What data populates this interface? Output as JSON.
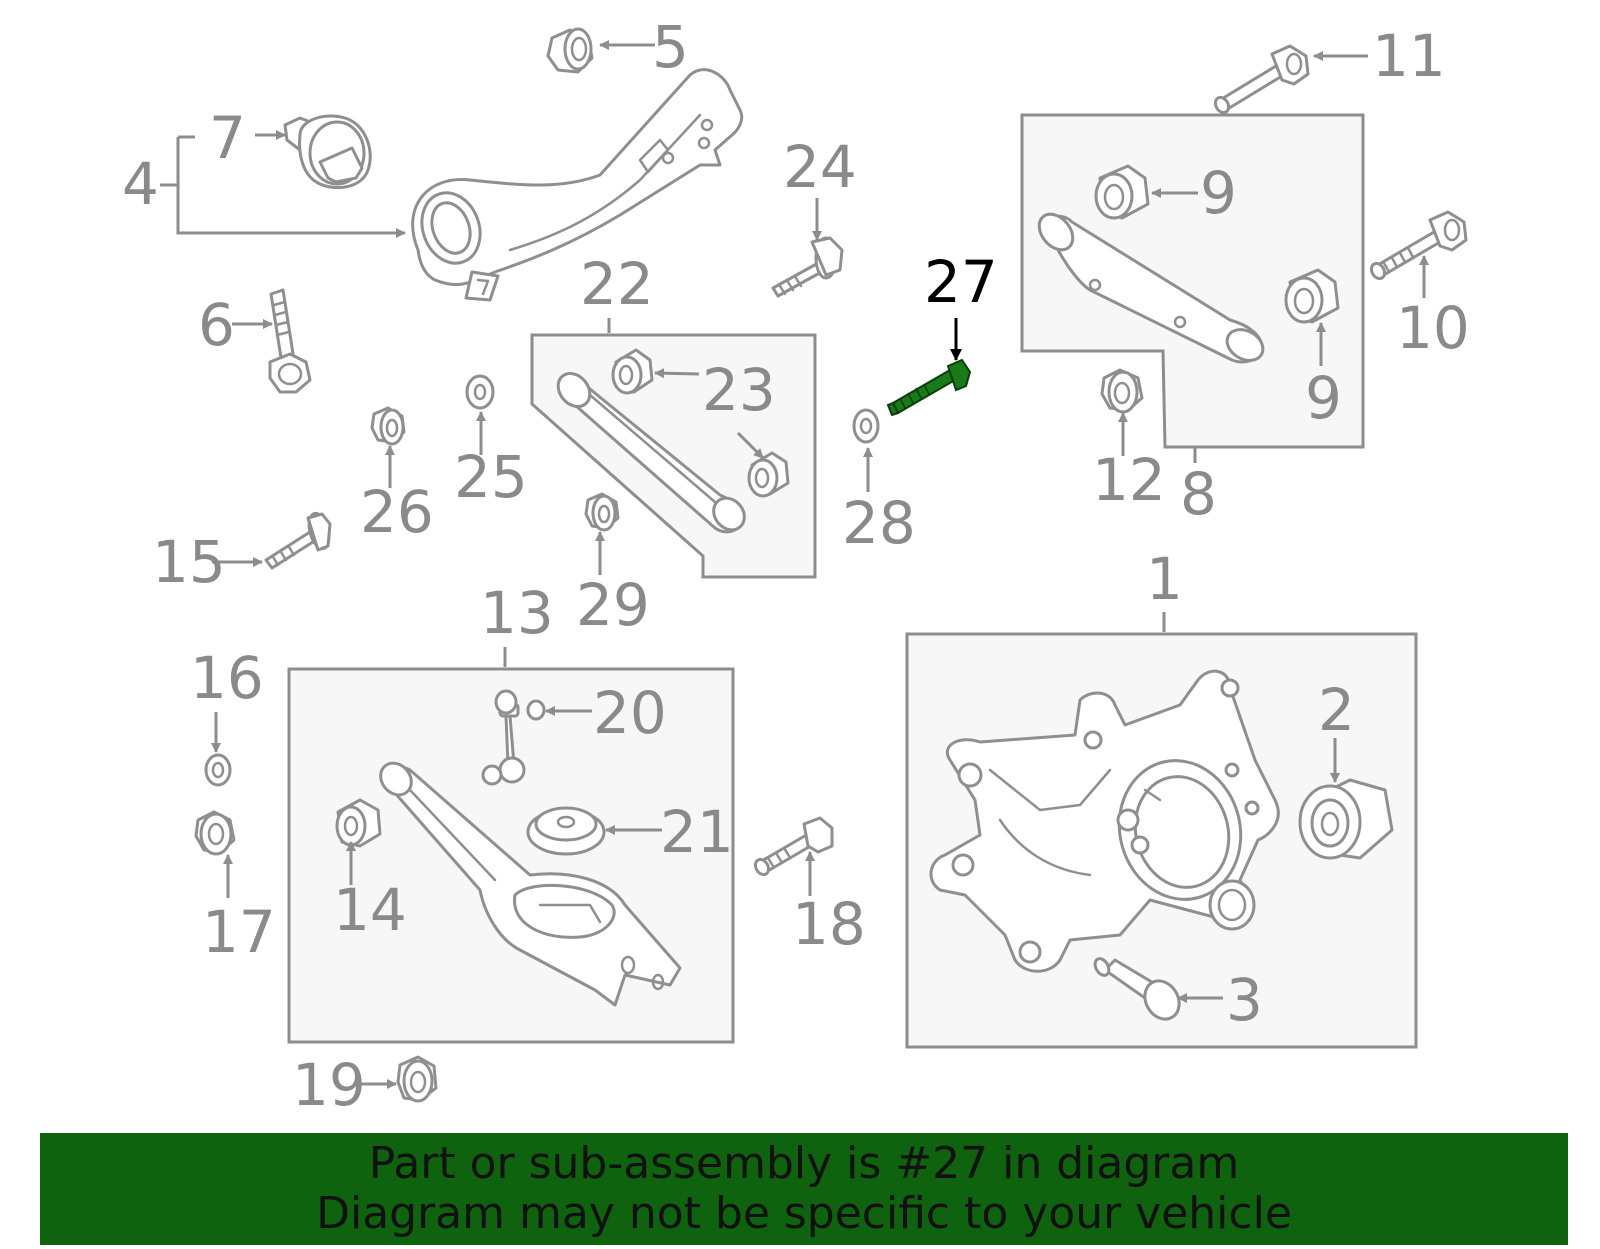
{
  "highlight": {
    "callout": "27",
    "color": "#1a7a19"
  },
  "banner": {
    "line1": "Part or sub-assembly is #27 in diagram",
    "line2": "Diagram may not be specific to your vehicle",
    "background": "#0f630e"
  },
  "callouts": {
    "c1": "1",
    "c2": "2",
    "c3": "3",
    "c4": "4",
    "c5": "5",
    "c6": "6",
    "c7": "7",
    "c8": "8",
    "c9a": "9",
    "c9b": "9",
    "c10": "10",
    "c11": "11",
    "c12": "12",
    "c13": "13",
    "c14": "14",
    "c15": "15",
    "c16": "16",
    "c17": "17",
    "c18": "18",
    "c19": "19",
    "c20": "20",
    "c21": "21",
    "c22": "22",
    "c23": "23",
    "c24": "24",
    "c25": "25",
    "c26": "26",
    "c27": "27",
    "c28": "28",
    "c29": "29"
  }
}
